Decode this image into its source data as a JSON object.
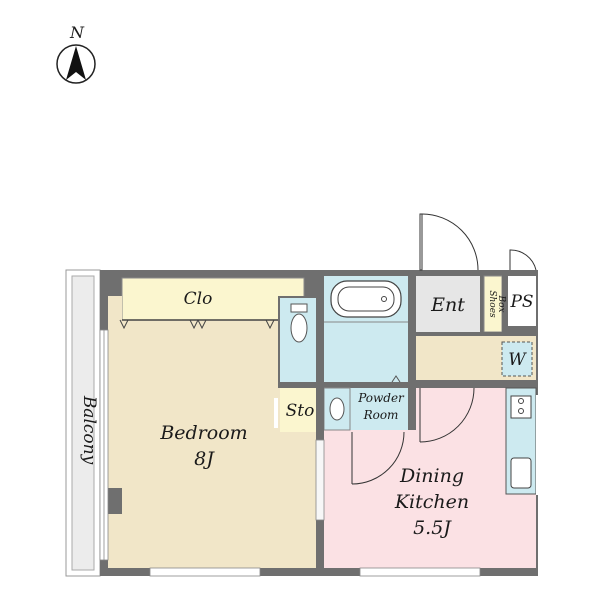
{
  "compass": {
    "label": "N",
    "icon": "north-arrow-icon"
  },
  "rooms": {
    "closet": "Clo",
    "bedroom": {
      "name": "Bedroom",
      "size": "8J"
    },
    "storage": "Sto",
    "powder_room": {
      "line1": "Powder",
      "line2": "Room"
    },
    "entrance": "Ent",
    "shoes_box": {
      "line1": "Shoes",
      "line2": "Box"
    },
    "pipe_space": "PS",
    "washer": "W",
    "dining_kitchen": {
      "line1": "Dining",
      "line2": "Kitchen",
      "size": "5.5J"
    },
    "balcony": "Balcony"
  },
  "colors": {
    "bedroom": "#f1e6c8",
    "closet": "#fbf6cf",
    "storage": "#fbf6cf",
    "wet_area": "#cdeaf0",
    "entrance": "#e6e6e6",
    "hall": "#f1e6c8",
    "dining_kitchen": "#fbe1e4",
    "balcony": "#ececec",
    "wall": "#6f6f6f"
  }
}
